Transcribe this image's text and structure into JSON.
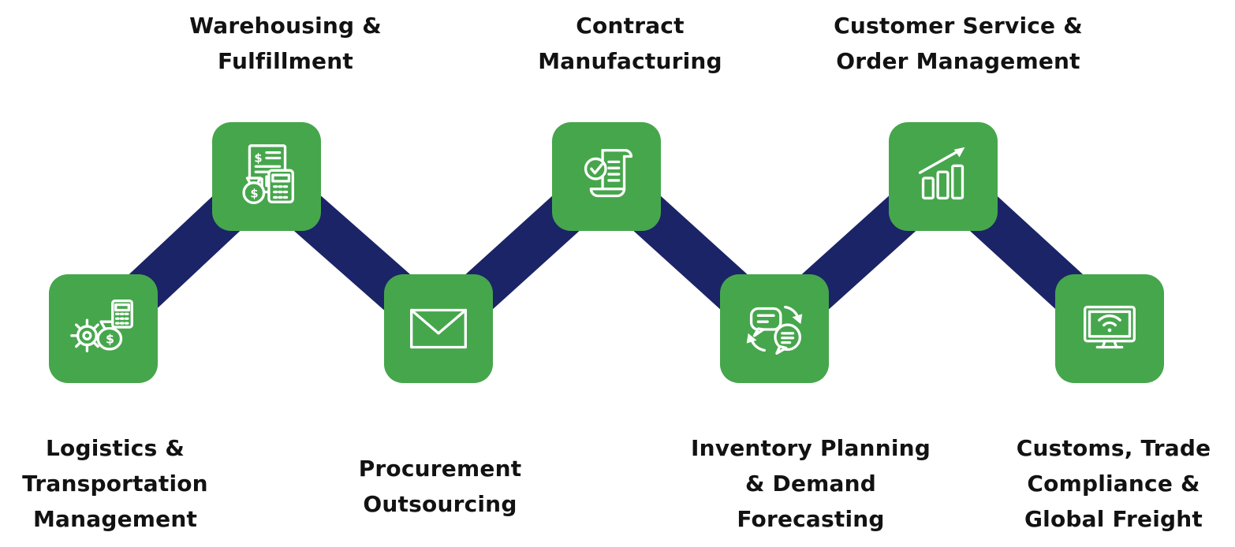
{
  "colors": {
    "tile_green": "#46a64c",
    "connector_navy": "#1b2467",
    "label_text": "#121212",
    "background": "#ffffff"
  },
  "nodes": [
    {
      "id": "logistics",
      "label": "Logistics &\nTransportation\nManagement",
      "icon": "gear-moneybag-calculator-icon",
      "row": "bottom"
    },
    {
      "id": "warehousing",
      "label": "Warehousing &\nFulfillment",
      "icon": "invoice-moneybag-calculator-icon",
      "row": "top"
    },
    {
      "id": "procurement",
      "label": "Procurement\nOutsourcing",
      "icon": "envelope-icon",
      "row": "bottom"
    },
    {
      "id": "contract",
      "label": "Contract\nManufacturing",
      "icon": "contract-scroll-check-icon",
      "row": "top"
    },
    {
      "id": "inventory",
      "label": "Inventory Planning\n& Demand\nForecasting",
      "icon": "chat-bubbles-sync-icon",
      "row": "bottom"
    },
    {
      "id": "customer",
      "label": "Customer Service &\nOrder Management",
      "icon": "growth-bar-chart-icon",
      "row": "top"
    },
    {
      "id": "customs",
      "label": "Customs, Trade\nCompliance &\nGlobal Freight",
      "icon": "monitor-wifi-icon",
      "row": "bottom"
    }
  ]
}
